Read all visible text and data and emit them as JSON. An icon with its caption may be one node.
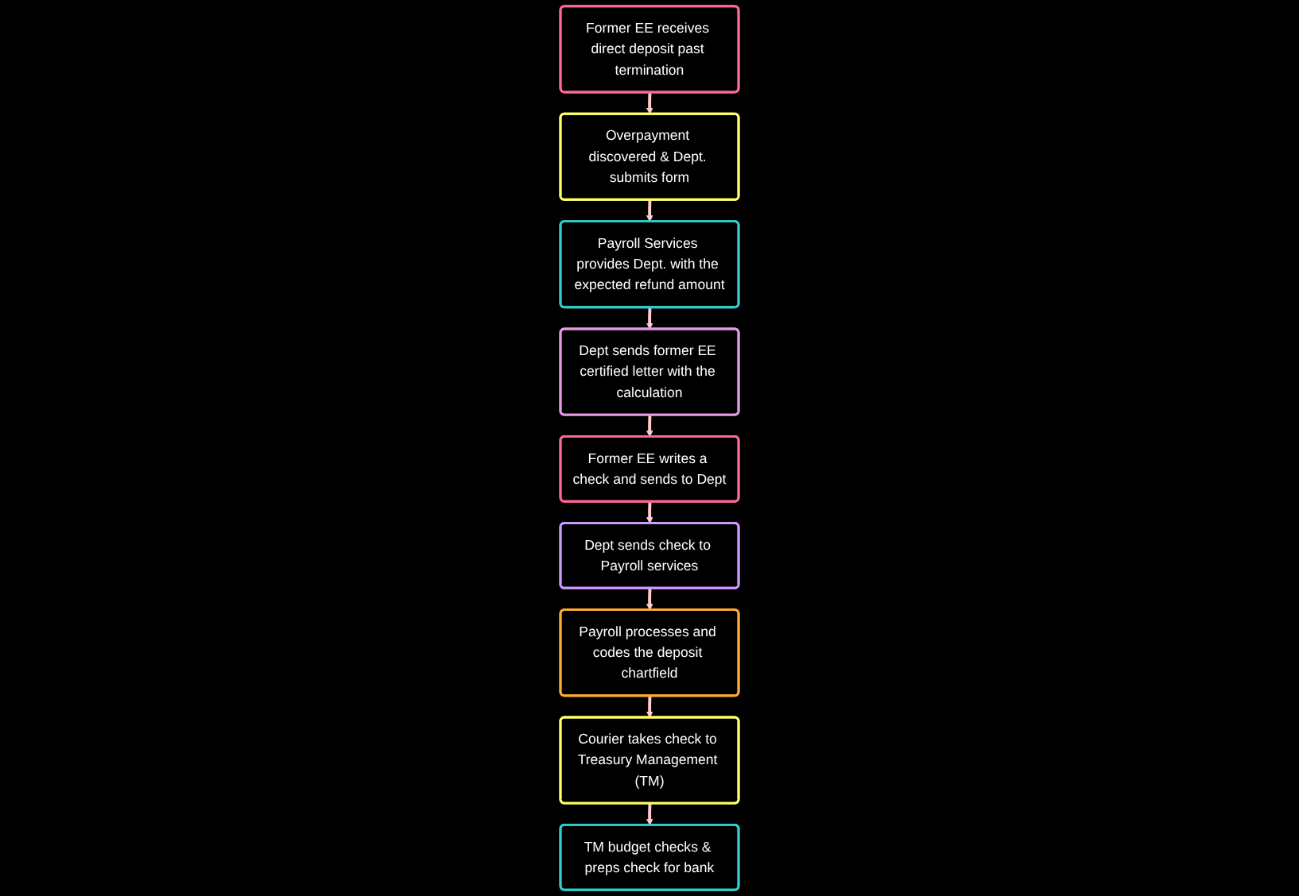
{
  "diagram": {
    "nodes": [
      {
        "text": [
          "Former EE receives direct deposit past termination"
        ]
      },
      {
        "text": [
          "Overpayment discovered & Dept. submits form"
        ]
      },
      {
        "text": [
          "Payroll Services provides Dept. with the expected refund amount"
        ]
      },
      {
        "text": [
          "Dept sends check to Payroll services"
        ]
      },
      {
        "text": [
          "Former EE writes a check and sends to Dept"
        ]
      },
      {
        "text": [
          "Dept sends former EE certified letter with the calculation"
        ]
      },
      {
        "text": [
          "Payroll processes and codes the deposit chartfield"
        ]
      },
      {
        "text": [
          "Courier takes check to Treasury Management (TM)"
        ]
      },
      {
        "text": [
          "TM budget checks & preps check for bank"
        ]
      }
    ],
    "edges": [
      {
        "from": 0,
        "to": 1,
        "arrow": "to"
      },
      {
        "from": 1,
        "to": 2,
        "arrow": "to"
      },
      {
        "from": 2,
        "to": 5,
        "arrow": "to"
      },
      {
        "from": 5,
        "to": 4,
        "arrow": "to"
      },
      {
        "from": 4,
        "to": 3,
        "arrow": "to"
      },
      {
        "from": 3,
        "to": 6,
        "arrow": "to"
      },
      {
        "from": 6,
        "to": 7,
        "arrow": "to"
      },
      {
        "from": 7,
        "to": 8,
        "arrow": "to"
      }
    ]
  }
}
